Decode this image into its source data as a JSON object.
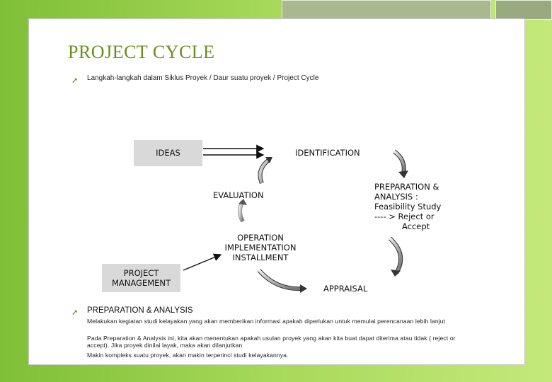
{
  "title": "PROJECT CYCLE",
  "intro": "Langkah-langkah dalam Siklus Proyek / Daur suatu proyek / Project Cycle",
  "diagram": {
    "ideas": "IDEAS",
    "identification": "IDENTIFICATION",
    "preparation": [
      "PREPARATION &",
      "ANALYSIS :",
      "Feasibility Study",
      "---- > Reject or",
      "Accept"
    ],
    "evaluation": "EVALUATION",
    "operation": [
      "OPERATION",
      "IMPLEMENTATION",
      "INSTALLMENT"
    ],
    "appraisal": "APPRAISAL",
    "project_management": [
      "PROJECT",
      "MANAGEMENT"
    ]
  },
  "section": {
    "heading": "PREPARATION & ANALYSIS",
    "paragraphs": [
      "Melakukan kegiatan studi kelayakan yang akan memberikan informasi apakah diperlukan untuk memulai perencanaan lebih lanjut",
      "Pada Preparation & Analysis ini, kita akan menentukan apakah usulan proyek yang akan kita buat dapat diterima atau tidak ( reject or accept). Jika proyek dinilai layak, maka akan dilanjutkan",
      "Makin kompleks suatu proyek, akan makin terperinci studi kelayakannya."
    ]
  },
  "colors": {
    "accent": "#6a8f1e",
    "background": "#8dc63f",
    "box": "#d9d9d9"
  }
}
